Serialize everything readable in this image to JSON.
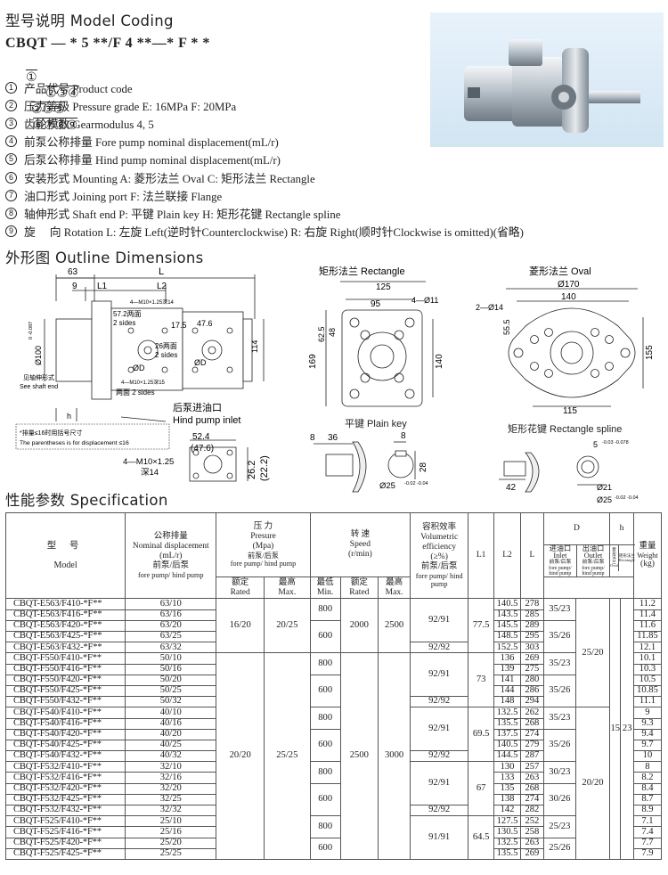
{
  "coding": {
    "title": "型号说明 Model Coding",
    "code_string": "CBQT — * 5 **/F 4 **—* F * *",
    "code_numbers": [
      "①",
      "②③④",
      "②③⑤",
      "⑥⑦⑧⑨"
    ],
    "items": [
      {
        "num": "1",
        "text": "产品代号 Product code"
      },
      {
        "num": "2",
        "text": "压力等级 Pressure grade E: 16MPa F: 20MPa"
      },
      {
        "num": "3",
        "text": "齿轮模数 Gearmodulus 4, 5"
      },
      {
        "num": "4",
        "text": "前泵公称排量 Fore pump nominal displacement(mL/r)"
      },
      {
        "num": "5",
        "text": "后泵公称排量 Hind pump nominal displacement(mL/r)"
      },
      {
        "num": "6",
        "text": "安装形式 Mounting A: 菱形法兰 Oval C: 矩形法兰 Rectangle"
      },
      {
        "num": "7",
        "text": "油口形式 Joining port F: 法兰联接 Flange"
      },
      {
        "num": "8",
        "text": "轴伸形式 Shaft end P: 平键 Plain key H: 矩形花键 Rectangle spline"
      },
      {
        "num": "9",
        "text": "旋　 向 Rotation L: 左旋 Left(逆时针Counterclockwise) R: 右旋 Right(顺时针Clockwise is omitted)(省略)"
      }
    ]
  },
  "outline": {
    "title": "外形图 Outline Dimensions",
    "side": {
      "d63": "63",
      "dL": "L",
      "d9": "9",
      "dL1": "L1",
      "dL2": "L2",
      "port_top": "4—M10×1.25深14",
      "sides57": "57.2两面",
      "sides57b": "2 sides",
      "d26": "26两面",
      "d26b": "2 sides",
      "d17": "17.5",
      "d47": "47.6",
      "dD1": "ØD",
      "dD2": "ØD",
      "port_bot": "4—M10×1.25深15",
      "sides_bot": "两面 2 sides",
      "d114": "114",
      "dia100": "Ø100",
      "tol100": "0\n-0.087",
      "shaft_note": "见轴伸形式",
      "shaft_note_en": "See shaft end",
      "h": "h",
      "inlet_cn": "后泵进油口",
      "inlet_en": "Hind pump inlet",
      "note_cn": "*排量≤16时用括号尺寸",
      "note_en": "The parentheses is for displacement ≤16"
    },
    "inlet": {
      "d52": "52.4",
      "d47": "(47.6)",
      "m10": "4—M10×1.25",
      "deep": "深14",
      "d26": "26.2",
      "d22": "(22.2)"
    },
    "rect": {
      "title": "矩形法兰 Rectangle",
      "d125": "125",
      "d95": "95",
      "d4": "4—Ø11",
      "d62": "62.5",
      "d48": "48",
      "d169": "169",
      "d140": "140"
    },
    "oval": {
      "title": "菱形法兰 Oval",
      "d170": "Ø170",
      "d140": "140",
      "d214": "2—Ø14",
      "d55": "55.5",
      "d155": "155",
      "d115": "115"
    },
    "key": {
      "title": "平键 Plain key",
      "d8": "8",
      "d36": "36",
      "d8b": "8",
      "d28": "28",
      "d25": "Ø25",
      "tol": "-0.02\n-0.04"
    },
    "spline": {
      "title": "矩形花键 Rectangle spline",
      "d5": "5",
      "tol5": "-0.03\n-0.078",
      "d42": "42",
      "d21": "Ø21",
      "d25": "Ø25",
      "tol25": "-0.02\n-0.04"
    }
  },
  "spec": {
    "title": "性能参数 Specification",
    "headers": {
      "model": "型 号",
      "model_en": "Model",
      "disp": "公称排量",
      "disp_en": "Nominal displacement",
      "disp_unit": "(mL/r)",
      "disp_fh": "前泵/后泵",
      "disp_fh_en": "fore pump/ hind pump",
      "pres": "压 力",
      "pres_en": "Presure",
      "pres_unit": "(Mpa)",
      "pres_fh": "前泵/后泵",
      "pres_fh_en": "fore pump/ hind pump",
      "rated": "额定",
      "rated_en": "Rated",
      "max": "最高",
      "max_en": "Max.",
      "speed": "转 速",
      "speed_en": "Speed",
      "speed_unit": "(r/min)",
      "min": "最低",
      "min_en": "Min.",
      "vol": "容积效率",
      "vol_en": "Volumetric efficiency",
      "vol_unit": "(≥%)",
      "vol_fh": "前泵/后泵",
      "vol_fh_en": "fore pump/ hind pump",
      "L1": "L1",
      "L2": "L2",
      "L": "L",
      "D": "D",
      "inlet": "进油口",
      "inlet_en": "Inlet",
      "inlet_fh": "前泵/后泵",
      "inlet_fh_en": "fore pump/ hind pump",
      "outlet": "出油口",
      "outlet_en": "Outlet",
      "outlet_fh": "前泵/后泵",
      "outlet_fh_en": "fore pump/ hind pump",
      "h": "h",
      "oval": "菱形法兰 Oval",
      "rect": "矩形法兰 Rectangle",
      "weight": "重量",
      "weight_en": "Weight",
      "weight_unit": "(kg)"
    },
    "rows": [
      {
        "model": "CBQT-E563/F410-*F**",
        "disp": "63/10",
        "L2": "140.5",
        "L": "278",
        "w": "11.2"
      },
      {
        "model": "CBQT-E563/F416-*F**",
        "disp": "63/16",
        "L2": "143.5",
        "L": "285",
        "w": "11.4"
      },
      {
        "model": "CBQT-E563/F420-*F**",
        "disp": "63/20",
        "L2": "145.5",
        "L": "289",
        "w": "11.6"
      },
      {
        "model": "CBQT-E563/F425-*F**",
        "disp": "63/25",
        "L2": "148.5",
        "L": "295",
        "w": "11.85"
      },
      {
        "model": "CBQT-E563/F432-*F**",
        "disp": "63/32",
        "L2": "152.5",
        "L": "303",
        "w": "12.1"
      },
      {
        "model": "CBQT-F550/F410-*F**",
        "disp": "50/10",
        "L2": "136",
        "L": "269",
        "w": "10.1"
      },
      {
        "model": "CBQT-F550/F416-*F**",
        "disp": "50/16",
        "L2": "139",
        "L": "275",
        "w": "10.3"
      },
      {
        "model": "CBQT-F550/F420-*F**",
        "disp": "50/20",
        "L2": "141",
        "L": "280",
        "w": "10.5"
      },
      {
        "model": "CBQT-F550/F425-*F**",
        "disp": "50/25",
        "L2": "144",
        "L": "286",
        "w": "10.85"
      },
      {
        "model": "CBQT-F550/F432-*F**",
        "disp": "50/32",
        "L2": "148",
        "L": "294",
        "w": "11.1"
      },
      {
        "model": "CBQT-F540/F410-*F**",
        "disp": "40/10",
        "L2": "132.5",
        "L": "262",
        "w": "9"
      },
      {
        "model": "CBQT-F540/F416-*F**",
        "disp": "40/16",
        "L2": "135.5",
        "L": "268",
        "w": "9.3"
      },
      {
        "model": "CBQT-F540/F420-*F**",
        "disp": "40/20",
        "L2": "137.5",
        "L": "274",
        "w": "9.4"
      },
      {
        "model": "CBQT-F540/F425-*F**",
        "disp": "40/25",
        "L2": "140.5",
        "L": "279",
        "w": "9.7"
      },
      {
        "model": "CBQT-F540/F432-*F**",
        "disp": "40/32",
        "L2": "144.5",
        "L": "287",
        "w": "10"
      },
      {
        "model": "CBQT-F532/F410-*F**",
        "disp": "32/10",
        "L2": "130",
        "L": "257",
        "w": "8"
      },
      {
        "model": "CBQT-F532/F416-*F**",
        "disp": "32/16",
        "L2": "133",
        "L": "263",
        "w": "8.2"
      },
      {
        "model": "CBQT-F532/F420-*F**",
        "disp": "32/20",
        "L2": "135",
        "L": "268",
        "w": "8.4"
      },
      {
        "model": "CBQT-F532/F425-*F**",
        "disp": "32/25",
        "L2": "138",
        "L": "274",
        "w": "8.7"
      },
      {
        "model": "CBQT-F532/F432-*F**",
        "disp": "32/32",
        "L2": "142",
        "L": "282",
        "w": "8.9"
      },
      {
        "model": "CBQT-F525/F410-*F**",
        "disp": "25/10",
        "L2": "127.5",
        "L": "252",
        "w": "7.1"
      },
      {
        "model": "CBQT-F525/F416-*F**",
        "disp": "25/16",
        "L2": "130.5",
        "L": "258",
        "w": "7.4"
      },
      {
        "model": "CBQT-F525/F420-*F**",
        "disp": "25/20",
        "L2": "132.5",
        "L": "263",
        "w": "7.7"
      },
      {
        "model": "CBQT-F525/F425-*F**",
        "disp": "25/25",
        "L2": "135.5",
        "L": "269",
        "w": "7.9"
      }
    ],
    "merged": {
      "rated_e": "16/20",
      "max_e": "20/25",
      "rated_f": "20/20",
      "max_f": "25/25",
      "min800": "800",
      "min600": "600",
      "rated_sp_e": "2000",
      "max_sp_e": "2500",
      "rated_sp_f": "2500",
      "max_sp_f": "3000",
      "vol9291": "92/91",
      "vol9292": "92/92",
      "vol9191": "91/91",
      "L1_e": "77.5",
      "L1_50": "73",
      "L1_40": "69.5",
      "L1_32": "67",
      "L1_25": "64.5",
      "in3523": "35/23",
      "in3526": "35/26",
      "in3023": "30/23",
      "in3026": "30/26",
      "in2523": "25/23",
      "in2526": "25/26",
      "out2520": "25/20",
      "out2020": "20/20",
      "h_oval": "15",
      "h_rect": "23"
    }
  }
}
